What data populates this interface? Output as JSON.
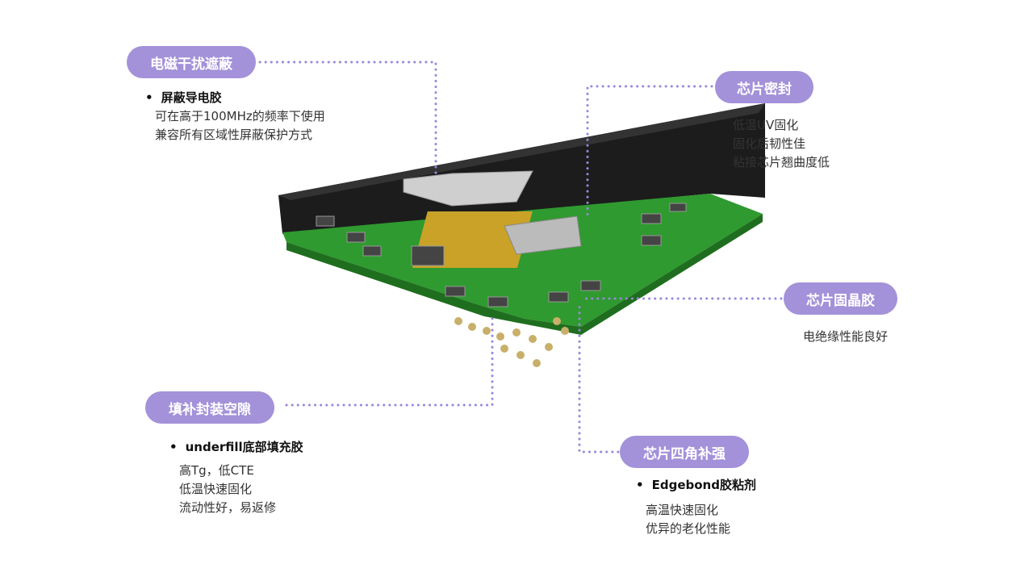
{
  "callouts": {
    "emi": {
      "title": "电磁干扰遮蔽",
      "bullet": "屏蔽导电胶",
      "lines": [
        "可在高于100MHz的频率下使用",
        "兼容所有区域性屏蔽保护方式"
      ]
    },
    "chip_seal": {
      "title": "芯片密封",
      "lines": [
        "低温UV固化",
        "固化后韧性佳",
        "粘接芯片翘曲度低"
      ]
    },
    "die_attach": {
      "title": "芯片固晶胶",
      "lines": [
        "电绝缘性能良好"
      ]
    },
    "underfill": {
      "title": "填补封装空隙",
      "bullet": "underfill底部填充胶",
      "lines": [
        "高Tg，低CTE",
        "低温快速固化",
        "流动性好，易返修"
      ]
    },
    "corner": {
      "title": "芯片四角补强",
      "bullet": "Edgebond胶粘剂",
      "lines": [
        "高温快速固化",
        "优异的老化性能"
      ]
    }
  },
  "colors": {
    "accent": "#a391d9",
    "board": "#2f9a2f",
    "mold": "#1a1a1a"
  }
}
